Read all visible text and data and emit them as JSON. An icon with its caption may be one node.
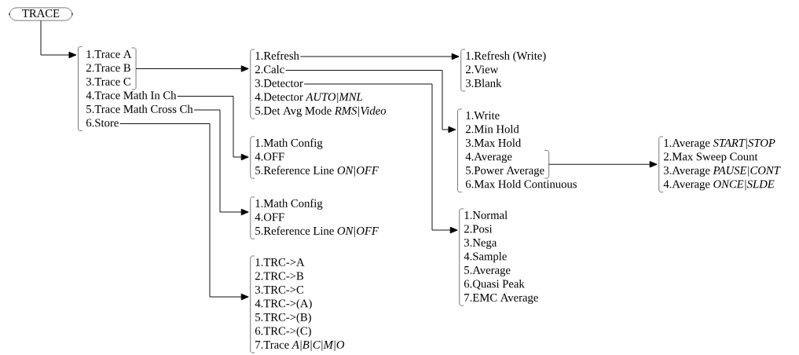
{
  "diagram": {
    "nodes": [
      {
        "text": [
          "TRACE"
        ]
      },
      {
        "text": [],
        "shape": "bracket"
      },
      {
        "text": [],
        "shape": "bracket"
      },
      {
        "text": [
          "1.Trace A"
        ]
      },
      {
        "text": [
          "2.Trace B"
        ]
      },
      {
        "text": [
          "3.Trace C"
        ]
      },
      {
        "text": [
          "4.Trace Math In Ch"
        ]
      },
      {
        "text": [
          "5.Trace Math Cross Ch"
        ]
      },
      {
        "text": [
          "6.Store"
        ]
      },
      {
        "text": [],
        "shape": "bracket"
      },
      {
        "text": [
          "1.Refresh"
        ]
      },
      {
        "text": [
          "2.Calc"
        ]
      },
      {
        "text": [
          "3.Detector"
        ]
      },
      {
        "text": [
          "4.Detector *AUTO|MNL*"
        ]
      },
      {
        "text": [
          "5.Det Avg Mode *RMS|Video*"
        ]
      },
      {
        "text": [],
        "shape": "bracket"
      },
      {
        "text": [
          "1.Math Config"
        ]
      },
      {
        "text": [
          "4.OFF"
        ]
      },
      {
        "text": [
          "5.Reference Line *ON|OFF*"
        ]
      },
      {
        "text": [],
        "shape": "bracket"
      },
      {
        "text": [
          "1.Math Config"
        ]
      },
      {
        "text": [
          "4.OFF"
        ]
      },
      {
        "text": [
          "5.Reference Line *ON|OFF*"
        ]
      },
      {
        "text": [],
        "shape": "bracket"
      },
      {
        "text": [
          "1.TRC->A"
        ]
      },
      {
        "text": [
          "2.TRC->B"
        ]
      },
      {
        "text": [
          "3.TRC->C"
        ]
      },
      {
        "text": [
          "4.TRC->(A)"
        ]
      },
      {
        "text": [
          "5.TRC->(B)"
        ]
      },
      {
        "text": [
          "6.TRC->(C)"
        ]
      },
      {
        "text": [
          "7.Trace *A|B|C|M|O*"
        ]
      },
      {
        "text": [],
        "shape": "bracket"
      },
      {
        "text": [
          "1.Refresh (Write)"
        ]
      },
      {
        "text": [
          "2.View"
        ]
      },
      {
        "text": [
          "3.Blank"
        ]
      },
      {
        "text": [],
        "shape": "bracket"
      },
      {
        "text": [
          "1.Write"
        ]
      },
      {
        "text": [
          "2.Min Hold"
        ]
      },
      {
        "text": [
          "3.Max Hold"
        ]
      },
      {
        "text": [],
        "shape": "bracket"
      },
      {
        "text": [
          "4.Average"
        ]
      },
      {
        "text": [
          "5.Power Average"
        ]
      },
      {
        "text": [
          "6.Max Hold Continuous"
        ]
      },
      {
        "text": [],
        "shape": "bracket"
      },
      {
        "text": [
          "1.Average *START|STOP*"
        ]
      },
      {
        "text": [
          "2.Max Sweep Count"
        ]
      },
      {
        "text": [
          "3.Average *PAUSE|CONT*"
        ]
      },
      {
        "text": [
          "4.Average *ONCE|SLDE*"
        ]
      },
      {
        "text": [],
        "shape": "bracket"
      },
      {
        "text": [
          "1.Normal"
        ]
      },
      {
        "text": [
          "2.Posi"
        ]
      },
      {
        "text": [
          "3.Nega"
        ]
      },
      {
        "text": [
          "4.Sample"
        ]
      },
      {
        "text": [
          "5.Average"
        ]
      },
      {
        "text": [
          "6.Quasi Peak"
        ]
      },
      {
        "text": [
          "7.EMC Average"
        ]
      }
    ],
    "edges": [
      {
        "from": 0,
        "to": 1,
        "arrow": "to"
      },
      {
        "from": 2,
        "to": 9,
        "arrow": "to"
      },
      {
        "from": 6,
        "to": 15,
        "arrow": "to"
      },
      {
        "from": 7,
        "to": 19,
        "arrow": "to"
      },
      {
        "from": 8,
        "to": 23,
        "arrow": "to"
      },
      {
        "from": 10,
        "to": 31,
        "arrow": "to"
      },
      {
        "from": 11,
        "to": 35,
        "arrow": "to"
      },
      {
        "from": 12,
        "to": 48,
        "arrow": "to"
      },
      {
        "from": 39,
        "to": 43,
        "arrow": "to"
      }
    ]
  }
}
